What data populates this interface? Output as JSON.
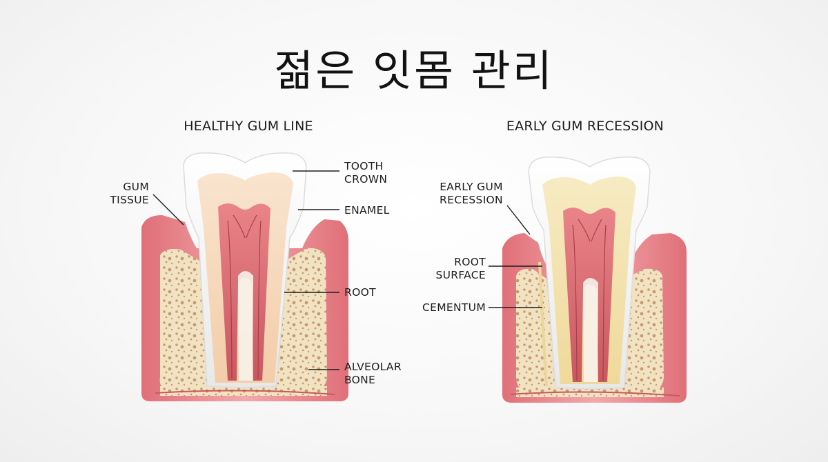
{
  "title": "젊은 잇몸 관리",
  "panels": {
    "left": {
      "heading": "HEALTHY GUM LINE",
      "labels": {
        "gum_tissue": [
          "GUM",
          "TISSUE"
        ],
        "tooth_crown": [
          "TOOTH",
          "CROWN"
        ],
        "enamel": [
          "ENAMEL"
        ],
        "root": [
          "ROOT"
        ],
        "alveolar_bone": [
          "ALVEOLAR",
          "BONE"
        ]
      }
    },
    "right": {
      "heading": "EARLY GUM RECESSION",
      "labels": {
        "early_gum_recession": [
          "EARLY GUM",
          "RECESSION"
        ],
        "root_surface": [
          "ROOT",
          "SURFACE"
        ],
        "cementum": [
          "CEMENTUM"
        ]
      }
    }
  },
  "colors": {
    "gum": "#e57f86",
    "gum_light": "#f3b6b6",
    "bone": "#f1e3c2",
    "bone_spots": "#c79a6f",
    "dentin_healthy": "#f6d9bf",
    "dentin_recession": "#f4e4b3",
    "pulp": "#d86a6f",
    "enamel": "#f7f7f7",
    "leader_line": "#1c1c1c"
  }
}
